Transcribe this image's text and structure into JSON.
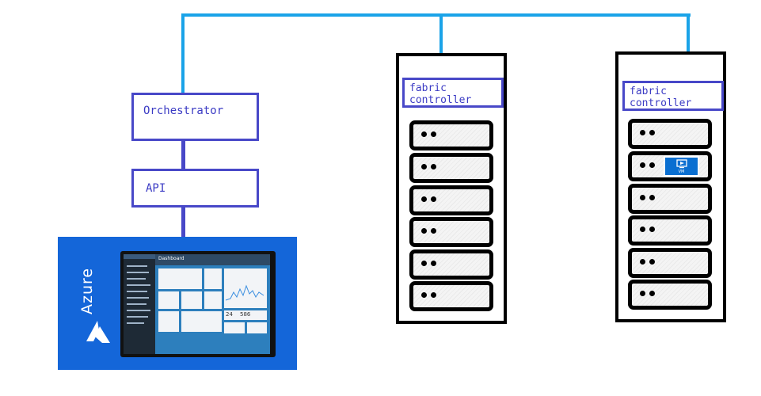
{
  "orchestrator": {
    "label": "Orchestrator"
  },
  "api": {
    "label": "API"
  },
  "azure": {
    "logo_text": "Azure",
    "logo_icon": "azure-logo-icon"
  },
  "portal_screen": {
    "dashboard_title": "Dashboard",
    "tile_numbers": [
      "24",
      "586"
    ]
  },
  "racks": [
    {
      "controller_label": "fabric\ncontroller",
      "server_count": 6
    },
    {
      "controller_label": "fabric\ncontroller",
      "server_count": 6,
      "vm_badge": {
        "label": "VM",
        "icon": "monitor-icon",
        "server_index": 1
      }
    }
  ],
  "colors": {
    "network_line": "#1aa3e8",
    "box_border": "#4848c8",
    "azure_blue": "#1466d9",
    "label_text": "#3b3bc4"
  }
}
